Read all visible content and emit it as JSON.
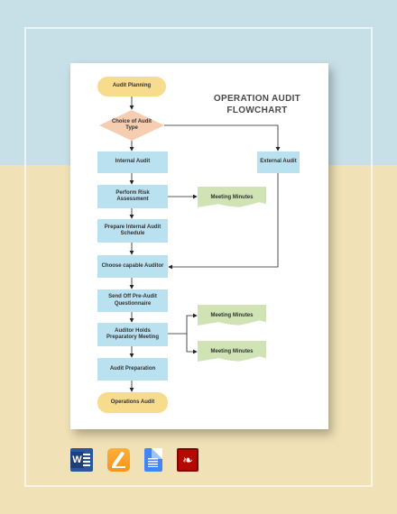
{
  "title": {
    "line1": "OPERATION AUDIT",
    "line2": "FLOWCHART"
  },
  "nodes": {
    "audit_planning": "Audit Planning",
    "choice_of_audit_type": "Choice of Audit Type",
    "internal_audit": "Internal Audit",
    "external_audit": "External Audit",
    "perform_risk_assessment": "Perform Risk Assessment",
    "prepare_schedule": "Prepare Internal Audit Schedule",
    "choose_auditor": "Choose capable Auditor",
    "send_questionnaire": "Send Off Pre-Audit Questionnaire",
    "preparatory_meeting": "Auditor Holds Preparatory Meeting",
    "audit_preparation": "Audit Preparation",
    "operations_audit": "Operations Audit"
  },
  "notes": {
    "meeting_minutes_1": "Meeting Minutes",
    "meeting_minutes_2": "Meeting Minutes",
    "meeting_minutes_3": "Meeting Minutes"
  },
  "colors": {
    "terminal": "#f8dc8e",
    "process": "#b9e1f0",
    "decision": "#f6cdb0",
    "note": "#cfe3b4",
    "connector": "#222222"
  },
  "format_icons": [
    "word-icon",
    "pages-icon",
    "google-docs-icon",
    "pdf-icon"
  ]
}
